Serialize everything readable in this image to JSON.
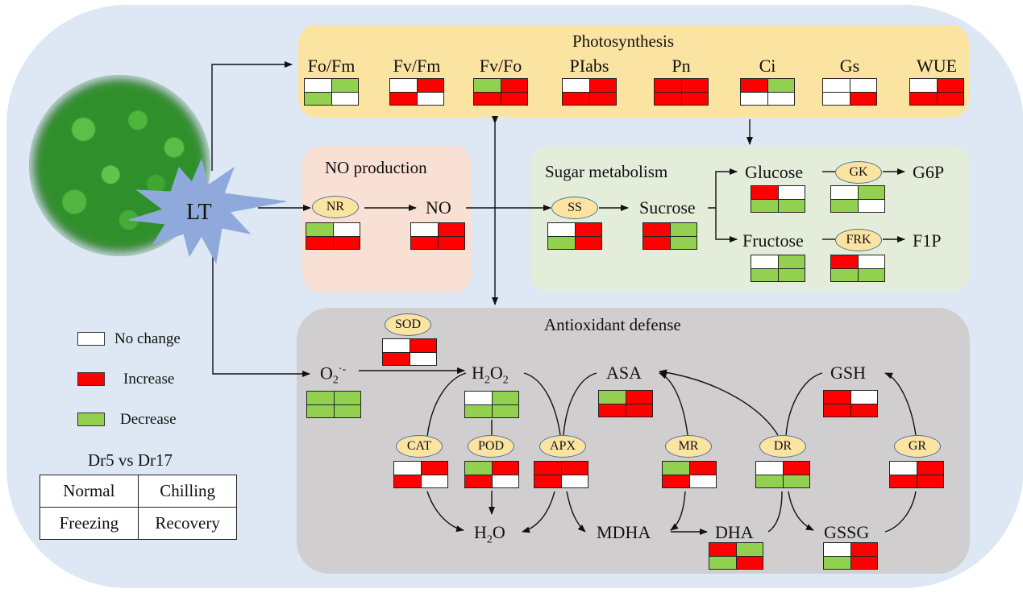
{
  "stressor": {
    "label": "LT",
    "icon": "starburst-shape"
  },
  "plant_image": {
    "description": "seedlings-photo"
  },
  "legend": {
    "items": [
      {
        "code": "W",
        "label": "No change",
        "color": "#ffffff"
      },
      {
        "code": "R",
        "label": "Increase",
        "color": "#ff0000"
      },
      {
        "code": "G",
        "label": "Decrease",
        "color": "#92d050"
      }
    ],
    "comparison_title": "Dr5 vs Dr17",
    "key_cells": [
      "Normal",
      "Chilling",
      "Freezing",
      "Recovery"
    ]
  },
  "panels": {
    "photosynthesis": {
      "title": "Photosynthesis",
      "items": [
        {
          "label": "Fo/Fm",
          "cells": [
            "W",
            "G",
            "G",
            "W"
          ]
        },
        {
          "label": "Fv/Fm",
          "cells": [
            "W",
            "R",
            "R",
            "W"
          ]
        },
        {
          "label": "Fv/Fo",
          "cells": [
            "G",
            "R",
            "R",
            "R"
          ]
        },
        {
          "label": "PIabs",
          "cells": [
            "W",
            "R",
            "R",
            "R"
          ]
        },
        {
          "label": "Pn",
          "cells": [
            "R",
            "R",
            "R",
            "R"
          ]
        },
        {
          "label": "Ci",
          "cells": [
            "R",
            "G",
            "W",
            "W"
          ]
        },
        {
          "label": "Gs",
          "cells": [
            "W",
            "W",
            "W",
            "R"
          ]
        },
        {
          "label": "WUE",
          "cells": [
            "W",
            "R",
            "R",
            "R"
          ]
        }
      ]
    },
    "no_production": {
      "title": "NO production",
      "nr": {
        "label": "NR",
        "cells": [
          "G",
          "W",
          "R",
          "R"
        ]
      },
      "no": {
        "label": "NO",
        "cells": [
          "W",
          "R",
          "R",
          "R"
        ]
      }
    },
    "sugar": {
      "title": "Sugar metabolism",
      "ss": {
        "label": "SS",
        "cells": [
          "W",
          "R",
          "G",
          "R"
        ]
      },
      "sucrose": {
        "label": "Sucrose",
        "cells": [
          "R",
          "G",
          "R",
          "G"
        ]
      },
      "glucose": {
        "label": "Glucose",
        "cells": [
          "R",
          "W",
          "G",
          "G"
        ]
      },
      "gk": {
        "label": "GK",
        "cells": [
          "W",
          "G",
          "G",
          "W"
        ]
      },
      "g6p": {
        "label": "G6P"
      },
      "fructose": {
        "label": "Fructose",
        "cells": [
          "W",
          "G",
          "G",
          "G"
        ]
      },
      "frk": {
        "label": "FRK",
        "cells": [
          "R",
          "W",
          "G",
          "G"
        ]
      },
      "f1p": {
        "label": "F1P"
      }
    },
    "antioxidant": {
      "title": "Antioxidant defense",
      "sod": {
        "label": "SOD",
        "cells": [
          "W",
          "R",
          "R",
          "W"
        ]
      },
      "o2": {
        "label": "O",
        "sub": "2",
        "sup": "·-",
        "cells": [
          "G",
          "G",
          "G",
          "G"
        ]
      },
      "h2o2": {
        "label": "H2O2",
        "cells": [
          "W",
          "G",
          "G",
          "G"
        ]
      },
      "asa": {
        "label": "ASA",
        "cells": [
          "G",
          "R",
          "R",
          "R"
        ]
      },
      "gsh": {
        "label": "GSH",
        "cells": [
          "R",
          "W",
          "R",
          "R"
        ]
      },
      "cat": {
        "label": "CAT",
        "cells": [
          "W",
          "R",
          "R",
          "W"
        ]
      },
      "pod": {
        "label": "POD",
        "cells": [
          "G",
          "R",
          "R",
          "W"
        ]
      },
      "apx": {
        "label": "APX",
        "cells": [
          "R",
          "R",
          "R",
          "W"
        ]
      },
      "mr": {
        "label": "MR",
        "cells": [
          "G",
          "R",
          "R",
          "W"
        ]
      },
      "dr": {
        "label": "DR",
        "cells": [
          "W",
          "R",
          "G",
          "G"
        ]
      },
      "gr": {
        "label": "GR",
        "cells": [
          "W",
          "R",
          "R",
          "R"
        ]
      },
      "h2o": {
        "label": "H2O"
      },
      "mdha": {
        "label": "MDHA"
      },
      "dha": {
        "label": "DHA",
        "cells": [
          "R",
          "G",
          "G",
          "R"
        ]
      },
      "gssg": {
        "label": "GSSG",
        "cells": [
          "W",
          "R",
          "G",
          "R"
        ]
      }
    }
  }
}
